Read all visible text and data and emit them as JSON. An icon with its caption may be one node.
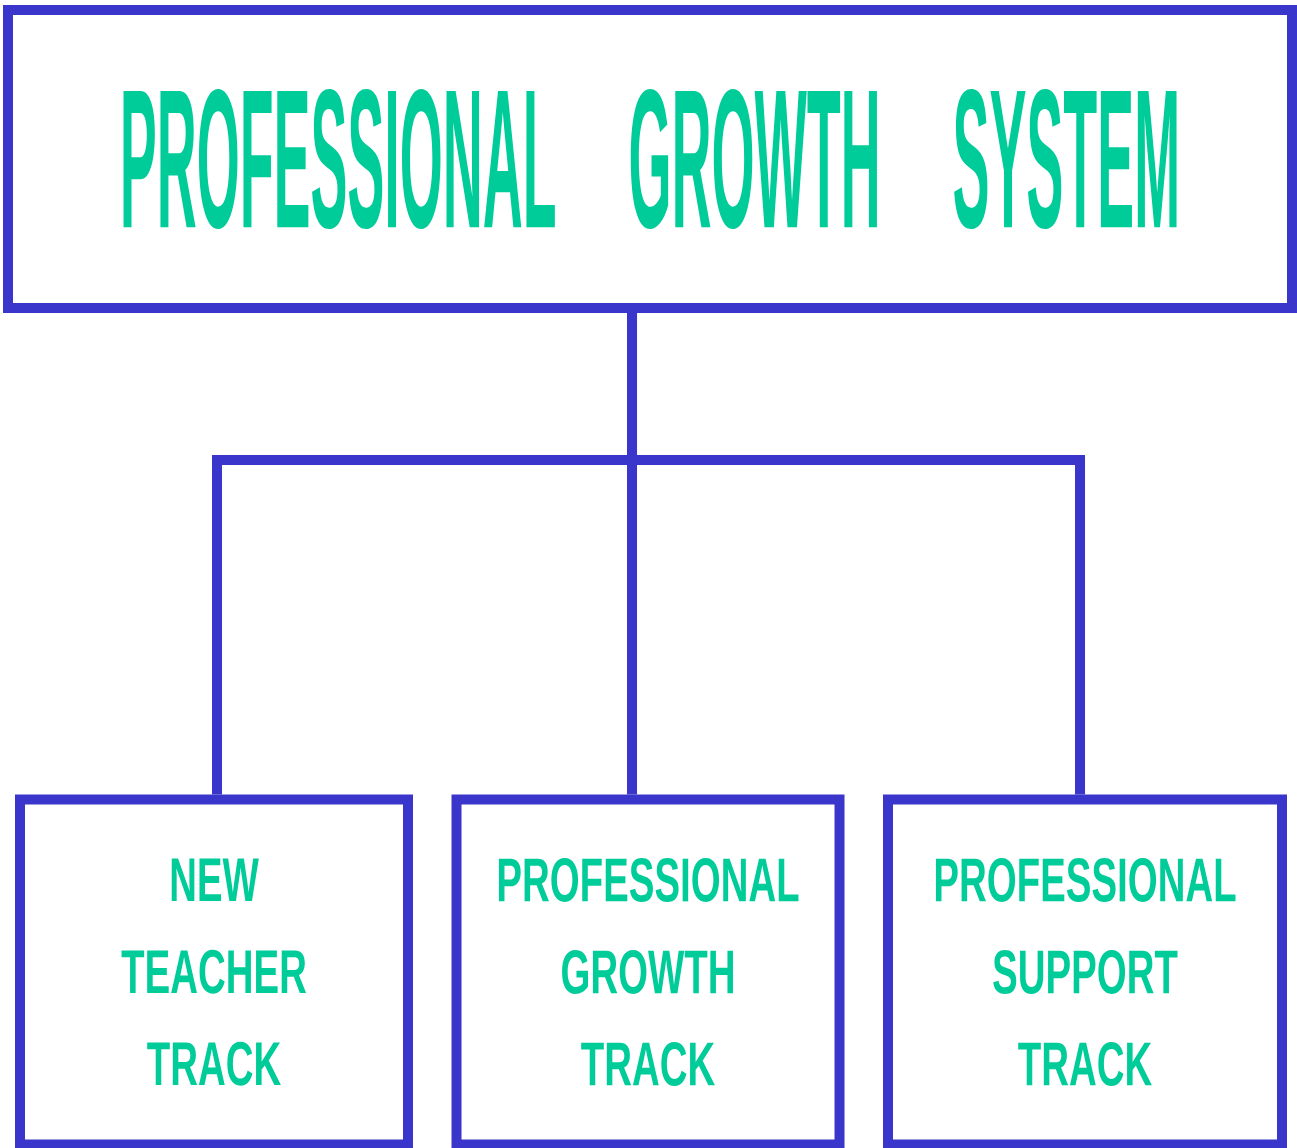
{
  "diagram": {
    "nodes": [
      {
        "text": [
          "PROFESSIONAL GROWTH SYSTEM"
        ]
      },
      {
        "text": [
          "NEW TEACHER TRACK"
        ]
      },
      {
        "text": [
          "PROFESSIONAL GROWTH TRACK"
        ]
      },
      {
        "text": [
          "PROFESSIONAL SUPPORT TRACK"
        ]
      }
    ],
    "edges": [
      {
        "from": 0,
        "to": 1,
        "arrow": "none"
      },
      {
        "from": 0,
        "to": 2,
        "arrow": "none"
      },
      {
        "from": 0,
        "to": 3,
        "arrow": "none"
      }
    ]
  }
}
